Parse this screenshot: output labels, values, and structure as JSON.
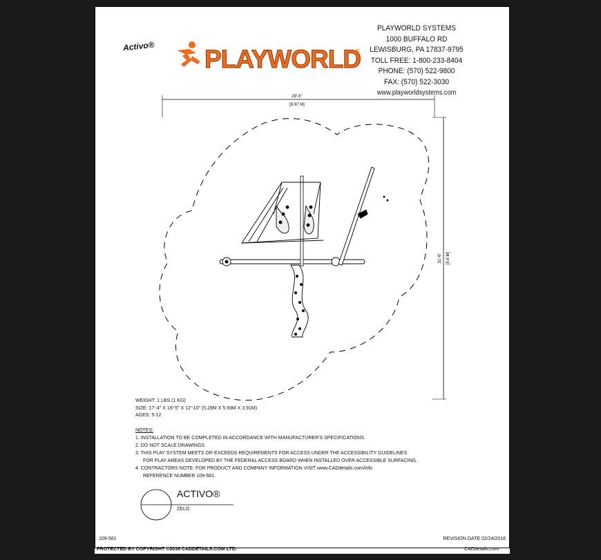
{
  "brand": {
    "sub_logo": "Activo®",
    "name": "PLAYWORLD",
    "reg_mark": "®",
    "accent_color": "#f26a1b"
  },
  "company": {
    "name": "PLAYWORLD SYSTEMS",
    "address1": "1000 BUFFALO RD",
    "address2": "LEWISBURG, PA 17837-9795",
    "toll_free": "TOLL FREE: 1-800-233-8404",
    "phone": "PHONE: (570) 522-9800",
    "fax": "FAX: (570) 522-3030",
    "website": "www.playworldsystems.com"
  },
  "dimensions": {
    "width_imperial": "29'-5\"",
    "width_metric": "[8.97 M]",
    "height_imperial": "31'-6\"",
    "height_metric": "[9.6 M]"
  },
  "specs": {
    "weight": "WEIGHT: 1 LBS (1 KG)",
    "size": "SIZE: 17'-4\" X 19'-5\" X 12'-10\" (5.28M X 5.93M X 3.91M)",
    "ages": "AGES: 5-12"
  },
  "notes": {
    "heading": "NOTES:",
    "n1": "1.  INSTALLATION TO BE COMPLETED IN ACCORDANCE WITH MANUFACTURER'S SPECIFICATIONS.",
    "n2": "2.  DO NOT SCALE DRAWINGS.",
    "n3a": "3.  THIS PLAY SYSTEM MEETS OR EXCEEDS REQUIREMENTS FOR ACCESS UNDER THE ACCESSIBILITY GUIDELINES",
    "n3b": "FOR PLAY AREAS DEVELOPED BY THE FEDERAL ACCESS BOARD WHEN INSTALLED OVER ACCESSIBLE SURFACING.",
    "n4a": "4.  CONTRACTORS NOTE: FOR PRODUCT AND COMPANY INFORMATION VISIT www.CADdetails.com/info",
    "n4b": "REFERENCE NUMBER 109-581."
  },
  "title_block": {
    "product": "ACTIVO®",
    "model": "ZELO"
  },
  "sheet": {
    "code": "109-581",
    "revision": "REVISION DATE 02/24/2016"
  },
  "footer": {
    "copyright": "PROTECTED BY COPYRIGHT ©2016 CADDETAILS.COM LTD.",
    "site": "CADdetails.com"
  }
}
